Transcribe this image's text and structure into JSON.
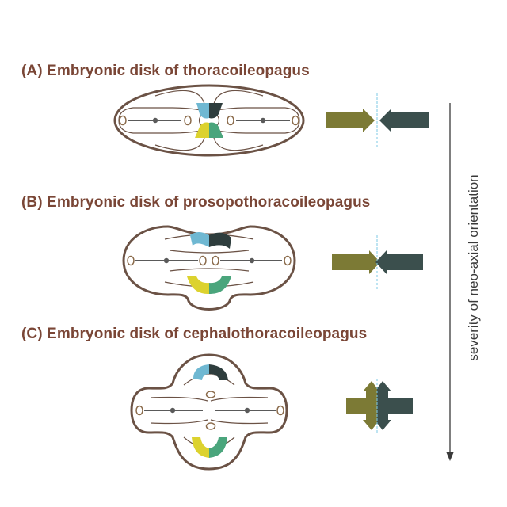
{
  "panels": [
    {
      "label": "(A) Embryonic disk of thoracoileopagus"
    },
    {
      "label": "(B) Embryonic disk of prosopothoracoileopagus"
    },
    {
      "label": "(C) Embryonic disk of cephalothoracoileopagus"
    }
  ],
  "axis": {
    "label": "severity of neo-axial orientation"
  },
  "colors": {
    "title": "#7a4636",
    "outline": "#6b5245",
    "left_arrow": "#7c7a35",
    "right_arrow": "#3b4f4d",
    "blue_segment": "#6fb8d2",
    "dark_segment": "#2e3d3d",
    "yellow_segment": "#dcd22e",
    "green_segment": "#4aa57c",
    "divider": "#7cc8e6"
  }
}
